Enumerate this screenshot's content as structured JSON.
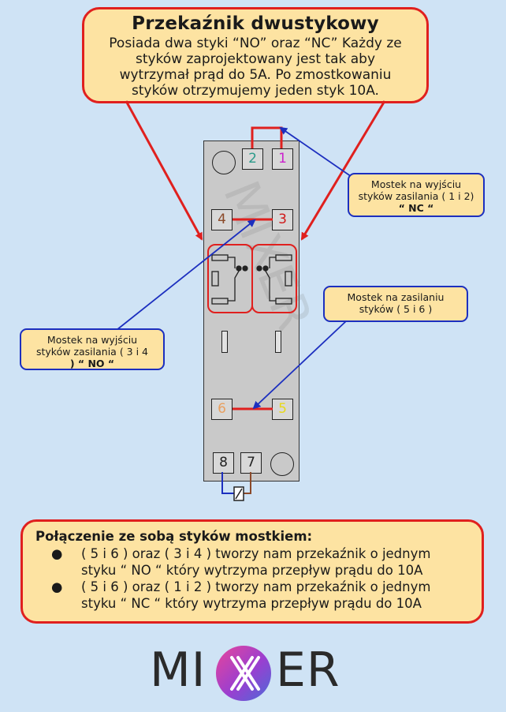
{
  "header": {
    "title": "Przekaźnik dwustykowy",
    "text_lines": [
      "Posiada dwa styki “NO” oraz “NC” Każdy ze",
      "styków zaprojektowany jest tak aby",
      "wytrzymał prąd do 5A. Po zmostkowaniu",
      "styków otrzymujemy jeden styk 10A."
    ]
  },
  "callouts": {
    "nc_bridge": [
      "Mostek na wyjściu",
      "styków zasilania ( 1 i 2)",
      "“ NC “"
    ],
    "supply_bridge": [
      "Mostek na zasilaniu",
      "styków ( 5 i 6 )"
    ],
    "no_bridge": [
      "Mostek na wyjściu",
      "styków zasilania ( 3 i 4",
      ") “ NO “"
    ]
  },
  "terminals": {
    "t1": "1",
    "t2": "2",
    "t3": "3",
    "t4": "4",
    "t5": "5",
    "t6": "6",
    "t7": "7",
    "t8": "8"
  },
  "terminal_colors": {
    "t1": "#cc22cc",
    "t2": "#2a9a8a",
    "t3": "#d01818",
    "t4": "#8b4a2a",
    "t5": "#e8d81a",
    "t6": "#e8a060",
    "t7": "#222222",
    "t8": "#222222"
  },
  "colors": {
    "red": "#e0201e",
    "blue": "#1c2fbf",
    "box_fill": "#fde3a2",
    "background": "#cfe3f5"
  },
  "summary": {
    "heading": "Połączenie ze sobą styków mostkiem:",
    "bullet_symbol": "●",
    "items": [
      [
        "( 5 i 6 ) oraz ( 3 i 4 ) tworzy nam przekaźnik o jednym",
        "styku “ NO “  który wytrzyma przepływ prądu do 10A"
      ],
      [
        "( 5 i 6 ) oraz ( 1 i 2 ) tworzy nam przekaźnik o jednym",
        "styku “ NC “ który wytrzyma przepływ prądu do 10A"
      ]
    ]
  },
  "logo": {
    "left": "MI",
    "right": "ER",
    "watermark": "MIXER"
  }
}
